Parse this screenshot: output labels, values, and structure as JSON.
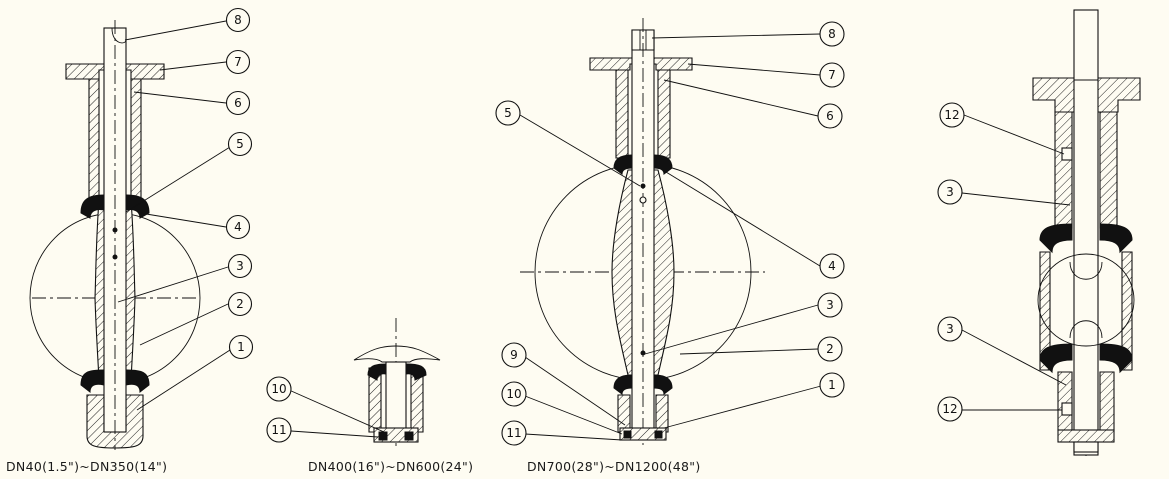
{
  "captions": {
    "view1": "DN40(1.5\")~DN350(14\")",
    "view2": "DN400(16\")~DN600(24\")",
    "view3": "DN700(28\")~DN1200(48\")"
  },
  "callouts": {
    "v1": [
      "8",
      "7",
      "6",
      "5",
      "4",
      "3",
      "2",
      "1"
    ],
    "v2": [
      "10",
      "11"
    ],
    "v3": [
      "8",
      "7",
      "6",
      "5",
      "4",
      "3",
      "2",
      "9",
      "10",
      "11",
      "1"
    ],
    "v4": [
      "12",
      "3",
      "3",
      "12"
    ]
  }
}
